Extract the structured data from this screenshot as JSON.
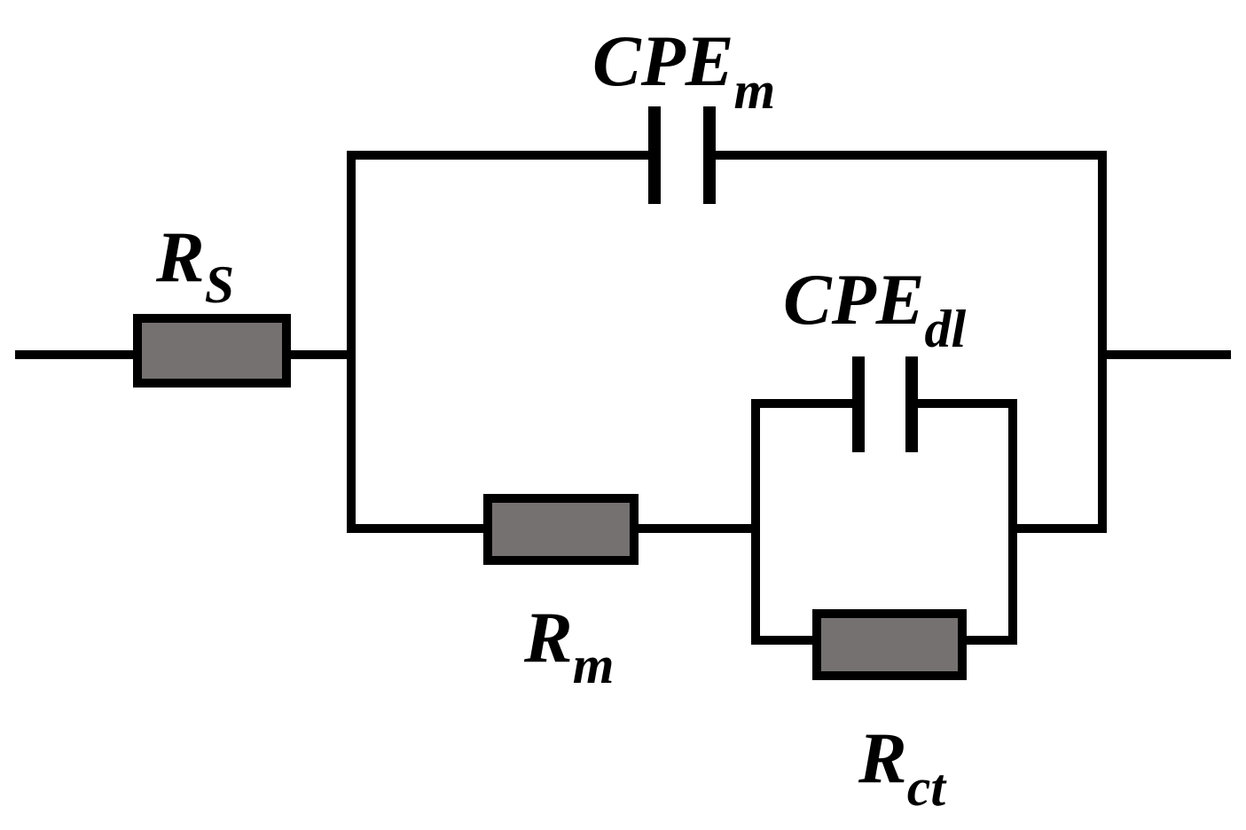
{
  "diagram": {
    "type": "equivalent-circuit",
    "colors": {
      "wire": "#000000",
      "resistor_fill": "#767171",
      "resistor_border": "#000000",
      "background": "#ffffff"
    },
    "components": {
      "rs": {
        "kind": "resistor",
        "label": {
          "main": "R",
          "sub": "S"
        }
      },
      "cpe_m": {
        "kind": "constant-phase-element",
        "label": {
          "main": "CPE",
          "sub": "m"
        }
      },
      "rm": {
        "kind": "resistor",
        "label": {
          "main": "R",
          "sub": "m"
        }
      },
      "cpe_dl": {
        "kind": "constant-phase-element",
        "label": {
          "main": "CPE",
          "sub": "dl"
        }
      },
      "rct": {
        "kind": "resistor",
        "label": {
          "main": "R",
          "sub": "ct"
        }
      }
    }
  }
}
